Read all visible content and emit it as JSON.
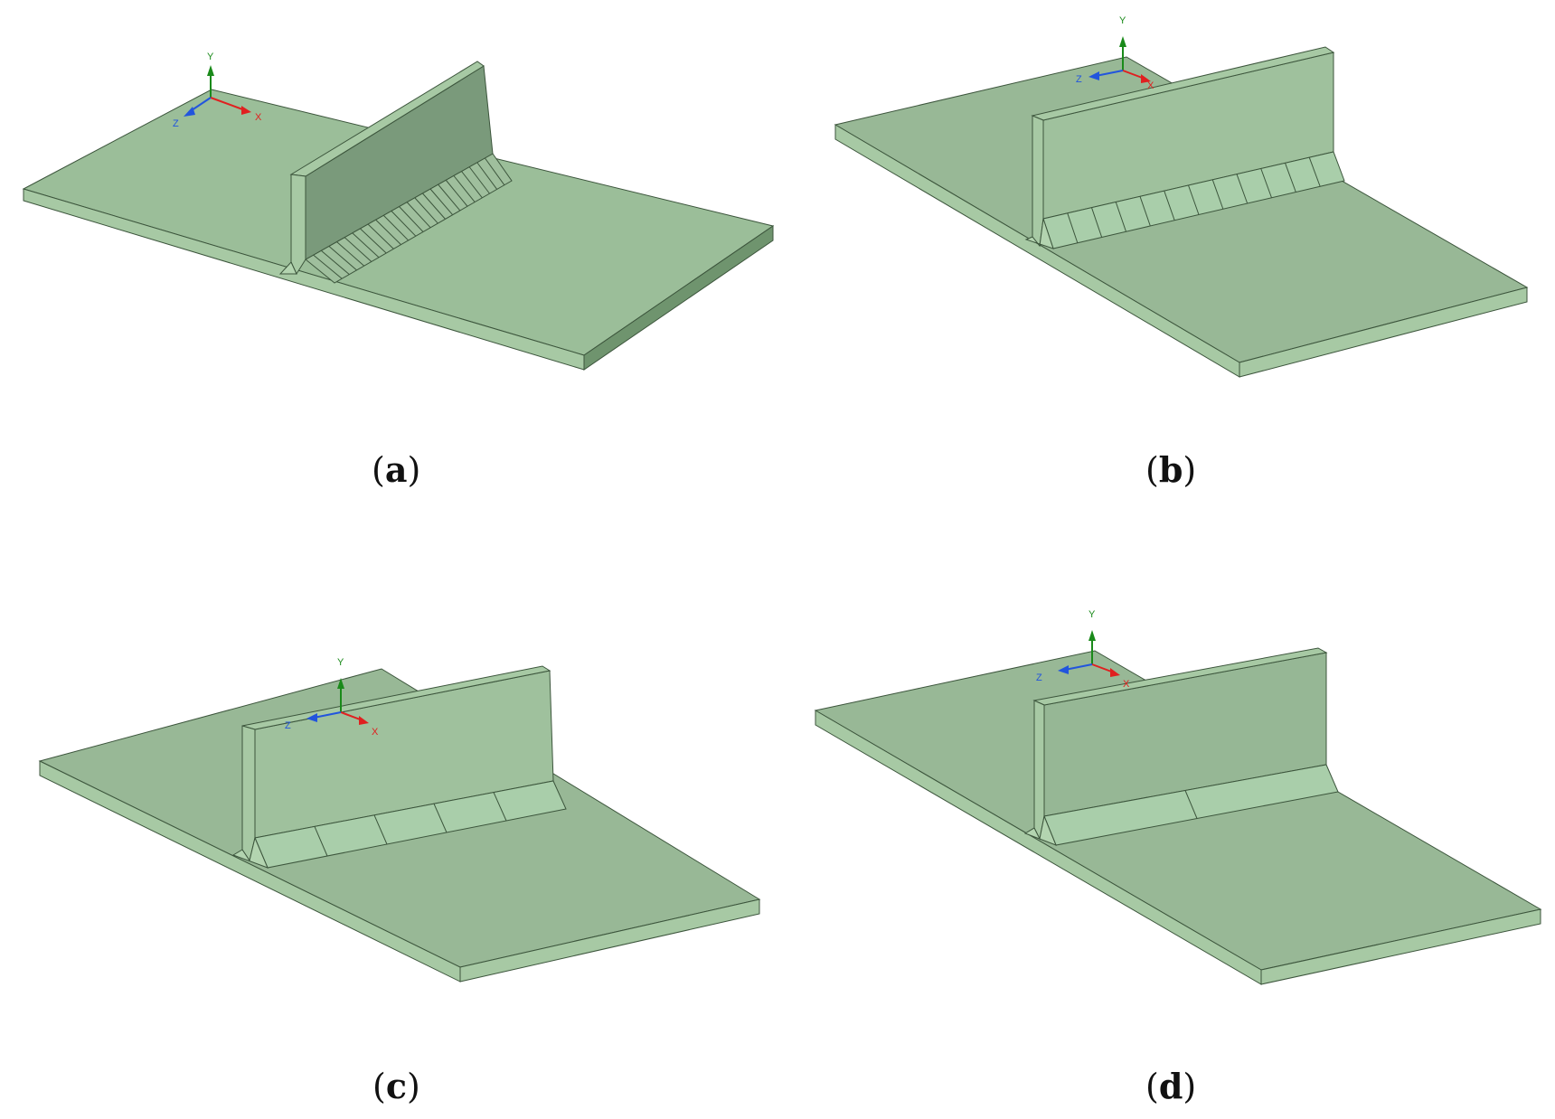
{
  "figure": {
    "panels": [
      {
        "id": "a",
        "label": "a",
        "segments": 24,
        "axes": {
          "x": "X",
          "y": "Y",
          "z": "Z"
        }
      },
      {
        "id": "b",
        "label": "b",
        "segments": 12,
        "axes": {
          "x": "X",
          "y": "Y",
          "z": "Z"
        }
      },
      {
        "id": "c",
        "label": "c",
        "segments": 5,
        "axes": {
          "x": "X",
          "y": "Y",
          "z": "Z"
        }
      },
      {
        "id": "d",
        "label": "d",
        "segments": 2,
        "axes": {
          "x": "X",
          "y": "Y",
          "z": "Z"
        }
      }
    ],
    "colors": {
      "plate_top": "#9bbe99",
      "plate_side": "#a7c9a4",
      "plate_edge_dark": "#6f946e",
      "wall_face_a": "#7a9a7b",
      "wall_face": "#9fc19d",
      "weld": "#a9ceaa",
      "outline": "#3c553c",
      "axis_x": "#e02020",
      "axis_y": "#1a8a1a",
      "axis_z": "#2255dd"
    }
  }
}
